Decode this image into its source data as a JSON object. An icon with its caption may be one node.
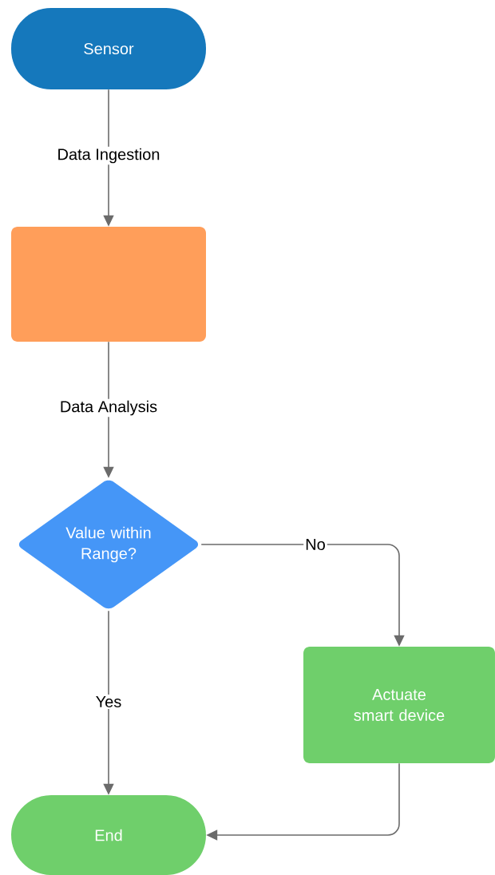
{
  "diagram": {
    "nodes": [
      {
        "text": [
          "Sensor"
        ]
      },
      {
        "text": [],
        "shape": "box"
      },
      {
        "text": [
          "Value within Range?"
        ]
      },
      {
        "text": [
          "Actuate smart device"
        ]
      },
      {
        "text": [
          "End"
        ]
      }
    ],
    "edges": [
      {
        "from": 0,
        "to": 1,
        "arrow": "to",
        "label": "Data Ingestion"
      },
      {
        "from": 1,
        "to": 2,
        "arrow": "to",
        "label": "Data Analysis"
      },
      {
        "from": 2,
        "to": 3,
        "arrow": "to",
        "label": "No"
      },
      {
        "from": 2,
        "to": 4,
        "arrow": "to",
        "label": "Yes"
      },
      {
        "from": 3,
        "to": 4,
        "arrow": "to"
      }
    ]
  }
}
